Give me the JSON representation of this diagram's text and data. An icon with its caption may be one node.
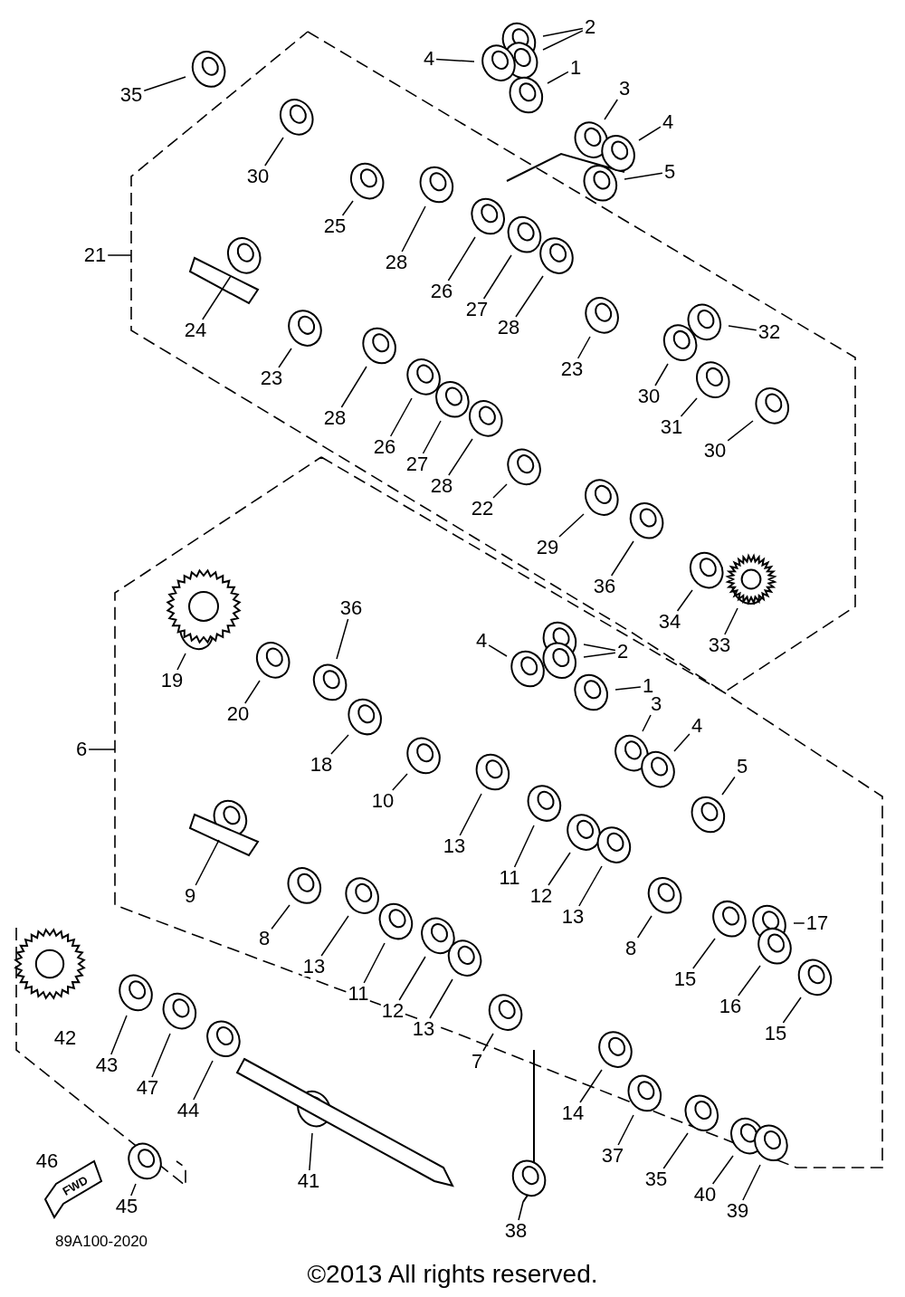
{
  "diagram": {
    "nodes": [
      {
        "text": [
          "2"
        ]
      },
      {
        "text": [
          "4"
        ]
      },
      {
        "text": [
          "1"
        ]
      },
      {
        "text": [
          "35"
        ]
      },
      {
        "text": [
          "3"
        ]
      },
      {
        "text": [
          "4"
        ]
      },
      {
        "text": [
          "30"
        ]
      },
      {
        "text": [
          "5"
        ]
      },
      {
        "text": [
          "25"
        ]
      },
      {
        "text": [
          "28"
        ]
      },
      {
        "text": [
          "21"
        ]
      },
      {
        "text": [
          "26"
        ]
      },
      {
        "text": [
          "27"
        ]
      },
      {
        "text": [
          "28"
        ]
      },
      {
        "text": [
          "24"
        ]
      },
      {
        "text": [
          "32"
        ]
      },
      {
        "text": [
          "23"
        ]
      },
      {
        "text": [
          "23"
        ]
      },
      {
        "text": [
          "30"
        ]
      },
      {
        "text": [
          "28"
        ]
      },
      {
        "text": [
          "31"
        ]
      },
      {
        "text": [
          "30"
        ]
      },
      {
        "text": [
          "26"
        ]
      },
      {
        "text": [
          "27"
        ]
      },
      {
        "text": [
          "28"
        ]
      },
      {
        "text": [
          "22"
        ]
      },
      {
        "text": [
          "29"
        ]
      },
      {
        "text": [
          "36"
        ]
      },
      {
        "text": [
          "34"
        ]
      },
      {
        "text": [
          "33"
        ]
      },
      {
        "text": [
          "36"
        ]
      },
      {
        "text": [
          "19"
        ]
      },
      {
        "text": [
          "4"
        ]
      },
      {
        "text": [
          "2"
        ]
      },
      {
        "text": [
          "1"
        ]
      },
      {
        "text": [
          "20"
        ]
      },
      {
        "text": [
          "3"
        ]
      },
      {
        "text": [
          "4"
        ]
      },
      {
        "text": [
          "18"
        ]
      },
      {
        "text": [
          "6"
        ]
      },
      {
        "text": [
          "5"
        ]
      },
      {
        "text": [
          "10"
        ]
      },
      {
        "text": [
          "13"
        ]
      },
      {
        "text": [
          "11"
        ]
      },
      {
        "text": [
          "9"
        ]
      },
      {
        "text": [
          "12"
        ]
      },
      {
        "text": [
          "13"
        ]
      },
      {
        "text": [
          "17"
        ]
      },
      {
        "text": [
          "8"
        ]
      },
      {
        "text": [
          "8"
        ]
      },
      {
        "text": [
          "13"
        ]
      },
      {
        "text": [
          "15"
        ]
      },
      {
        "text": [
          "11"
        ]
      },
      {
        "text": [
          "16"
        ]
      },
      {
        "text": [
          "12"
        ]
      },
      {
        "text": [
          "13"
        ]
      },
      {
        "text": [
          "15"
        ]
      },
      {
        "text": [
          "43"
        ]
      },
      {
        "text": [
          "7"
        ]
      },
      {
        "text": [
          "47"
        ]
      },
      {
        "text": [
          "44"
        ]
      },
      {
        "text": [
          "14"
        ]
      },
      {
        "text": [
          "37"
        ]
      },
      {
        "text": [
          "41"
        ]
      },
      {
        "text": [
          "35"
        ]
      },
      {
        "text": [
          "45"
        ]
      },
      {
        "text": [
          "40"
        ]
      },
      {
        "text": [
          "39"
        ]
      },
      {
        "text": [
          "38"
        ]
      }
    ],
    "edges": [
      {
        "from": 0,
        "to": null,
        "arrow": "none"
      },
      {
        "from": 0,
        "to": null,
        "arrow": "none"
      },
      {
        "from": 1,
        "to": null,
        "arrow": "none"
      },
      {
        "from": 2,
        "to": null,
        "arrow": "none"
      },
      {
        "from": 3,
        "to": null,
        "arrow": "none"
      },
      {
        "from": 4,
        "to": null,
        "arrow": "none"
      },
      {
        "from": 5,
        "to": null,
        "arrow": "none"
      },
      {
        "from": 6,
        "to": null,
        "arrow": "none"
      },
      {
        "from": 7,
        "to": null,
        "arrow": "none"
      },
      {
        "from": 8,
        "to": null,
        "arrow": "none"
      },
      {
        "from": 9,
        "to": null,
        "arrow": "none"
      },
      {
        "from": 10,
        "to": null,
        "arrow": "none"
      },
      {
        "from": 11,
        "to": null,
        "arrow": "none"
      },
      {
        "from": 12,
        "to": null,
        "arrow": "none"
      },
      {
        "from": 13,
        "to": null,
        "arrow": "none"
      },
      {
        "from": 14,
        "to": null,
        "arrow": "none"
      },
      {
        "from": 15,
        "to": null,
        "arrow": "none"
      },
      {
        "from": 16,
        "to": null,
        "arrow": "none"
      },
      {
        "from": 17,
        "to": null,
        "arrow": "none"
      },
      {
        "from": 18,
        "to": null,
        "arrow": "none"
      },
      {
        "from": 19,
        "to": null,
        "arrow": "none"
      },
      {
        "from": 20,
        "to": null,
        "arrow": "none"
      },
      {
        "from": 21,
        "to": null,
        "arrow": "none"
      },
      {
        "from": 22,
        "to": null,
        "arrow": "none"
      },
      {
        "from": 23,
        "to": null,
        "arrow": "none"
      },
      {
        "from": 24,
        "to": null,
        "arrow": "none"
      },
      {
        "from": 25,
        "to": null,
        "arrow": "none"
      },
      {
        "from": 26,
        "to": null,
        "arrow": "none"
      },
      {
        "from": 27,
        "to": null,
        "arrow": "none"
      },
      {
        "from": 28,
        "to": null,
        "arrow": "none"
      },
      {
        "from": 29,
        "to": null,
        "arrow": "none"
      },
      {
        "from": 30,
        "to": null,
        "arrow": "none"
      },
      {
        "from": 31,
        "to": null,
        "arrow": "none"
      },
      {
        "from": 32,
        "to": null,
        "arrow": "none"
      },
      {
        "from": 33,
        "to": null,
        "arrow": "none"
      },
      {
        "from": 33,
        "to": null,
        "arrow": "none"
      },
      {
        "from": 34,
        "to": null,
        "arrow": "none"
      },
      {
        "from": 35,
        "to": null,
        "arrow": "none"
      },
      {
        "from": 36,
        "to": null,
        "arrow": "none"
      },
      {
        "from": 37,
        "to": null,
        "arrow": "none"
      },
      {
        "from": 38,
        "to": null,
        "arrow": "none"
      },
      {
        "from": 39,
        "to": null,
        "arrow": "none"
      },
      {
        "from": 40,
        "to": null,
        "arrow": "none"
      },
      {
        "from": 41,
        "to": null,
        "arrow": "none"
      },
      {
        "from": 42,
        "to": null,
        "arrow": "none"
      },
      {
        "from": 43,
        "to": null,
        "arrow": "none"
      },
      {
        "from": 44,
        "to": null,
        "arrow": "none"
      },
      {
        "from": 45,
        "to": null,
        "arrow": "none"
      },
      {
        "from": 46,
        "to": null,
        "arrow": "none"
      },
      {
        "from": 47,
        "to": null,
        "arrow": "none"
      },
      {
        "from": 48,
        "to": null,
        "arrow": "none"
      },
      {
        "from": 49,
        "to": null,
        "arrow": "none"
      },
      {
        "from": 50,
        "to": null,
        "arrow": "none"
      },
      {
        "from": 51,
        "to": null,
        "arrow": "none"
      },
      {
        "from": 52,
        "to": null,
        "arrow": "none"
      },
      {
        "from": 53,
        "to": null,
        "arrow": "none"
      },
      {
        "from": 54,
        "to": null,
        "arrow": "none"
      },
      {
        "from": 55,
        "to": null,
        "arrow": "none"
      },
      {
        "from": 56,
        "to": null,
        "arrow": "none"
      },
      {
        "from": 57,
        "to": null,
        "arrow": "none"
      },
      {
        "from": 58,
        "to": null,
        "arrow": "none"
      },
      {
        "from": 59,
        "to": null,
        "arrow": "none"
      },
      {
        "from": 60,
        "to": null,
        "arrow": "none"
      },
      {
        "from": 61,
        "to": null,
        "arrow": "none"
      },
      {
        "from": 62,
        "to": null,
        "arrow": "none"
      },
      {
        "from": 63,
        "to": null,
        "arrow": "none"
      },
      {
        "from": 64,
        "to": null,
        "arrow": "none"
      },
      {
        "from": 65,
        "to": null,
        "arrow": "none"
      },
      {
        "from": 66,
        "to": null,
        "arrow": "none"
      },
      {
        "from": 67,
        "to": null,
        "arrow": "none"
      },
      {
        "from": 68,
        "to": null,
        "arrow": "none"
      }
    ],
    "labels": [
      "42",
      "46",
      "FWD",
      "89A100-2020",
      "©2013 All rights reserved."
    ]
  }
}
